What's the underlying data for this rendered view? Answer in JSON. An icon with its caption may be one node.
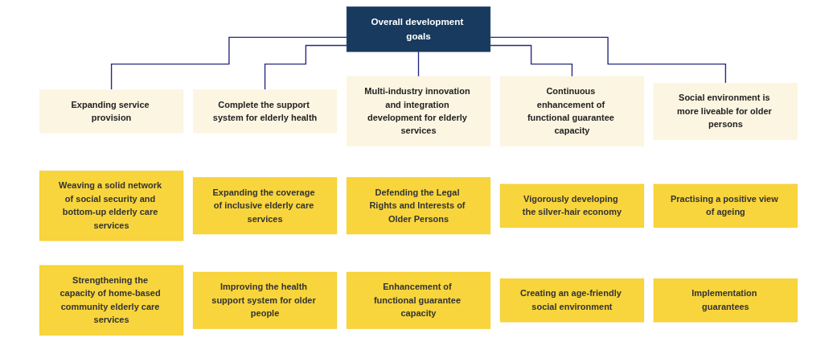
{
  "diagram": {
    "nodes": [
      {
        "text": [
          "Overall development goals"
        ]
      },
      {
        "text": [
          "Expanding service provision"
        ]
      },
      {
        "text": [
          "Complete the support system for elderly health"
        ]
      },
      {
        "text": [
          "Multi-industry innovation and integration development for elderly services"
        ]
      },
      {
        "text": [
          "Continuous enhancement of functional guarantee capacity"
        ]
      },
      {
        "text": [
          "Social environment is more liveable for older persons"
        ]
      },
      {
        "text": [
          "Weaving a solid network of social security and bottom-up elderly care services"
        ]
      },
      {
        "text": [
          "Expanding the coverage of inclusive elderly care services"
        ]
      },
      {
        "text": [
          "Defending the Legal Rights and Interests of Older Persons"
        ]
      },
      {
        "text": [
          "Vigorously developing the silver-hair economy"
        ]
      },
      {
        "text": [
          "Practising a positive view of ageing"
        ]
      },
      {
        "text": [
          "Strengthening the capacity of home-based community elderly care services"
        ]
      },
      {
        "text": [
          "Improving the health support system for older people"
        ]
      },
      {
        "text": [
          "Enhancement of functional guarantee capacity"
        ]
      },
      {
        "text": [
          "Creating an age-friendly social environment"
        ]
      },
      {
        "text": [
          "Implementation guarantees"
        ]
      }
    ],
    "edges": [
      {
        "from": 0,
        "to": 1,
        "arrow": "none"
      },
      {
        "from": 0,
        "to": 2,
        "arrow": "none"
      },
      {
        "from": 0,
        "to": 3,
        "arrow": "none"
      },
      {
        "from": 0,
        "to": 4,
        "arrow": "none"
      },
      {
        "from": 0,
        "to": 5,
        "arrow": "none"
      }
    ]
  }
}
